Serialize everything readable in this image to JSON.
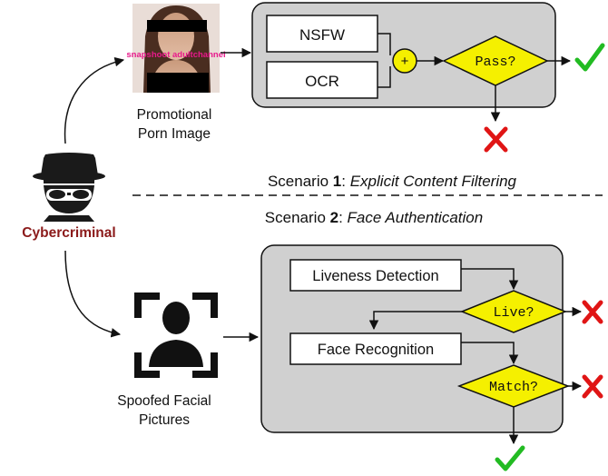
{
  "actor": {
    "label": "Cybercriminal",
    "icon": "spy-icon"
  },
  "scenario1": {
    "prefix": "Scenario ",
    "number": "1",
    "separator": ": ",
    "name": "Explicit Content Filtering",
    "input_label_line1": "Promotional",
    "input_label_line2": "Porn Image",
    "image_watermark": "snapshoot adultchannel",
    "module1": "NSFW",
    "module2": "OCR",
    "combine_symbol": "+",
    "decision": "Pass?"
  },
  "scenario2": {
    "prefix": "Scenario ",
    "number": "2",
    "separator": ": ",
    "name": "Face Authentication",
    "input_label_line1": "Spoofed Facial",
    "input_label_line2": "Pictures",
    "module1": "Liveness Detection",
    "decision1": "Live?",
    "module2": "Face Recognition",
    "decision2": "Match?"
  },
  "colors": {
    "panel_fill": "#d0d0d0",
    "decision_fill": "#f5f000",
    "accept": "#22bb22",
    "reject": "#e01515",
    "actor_label": "#8b1a1a"
  }
}
